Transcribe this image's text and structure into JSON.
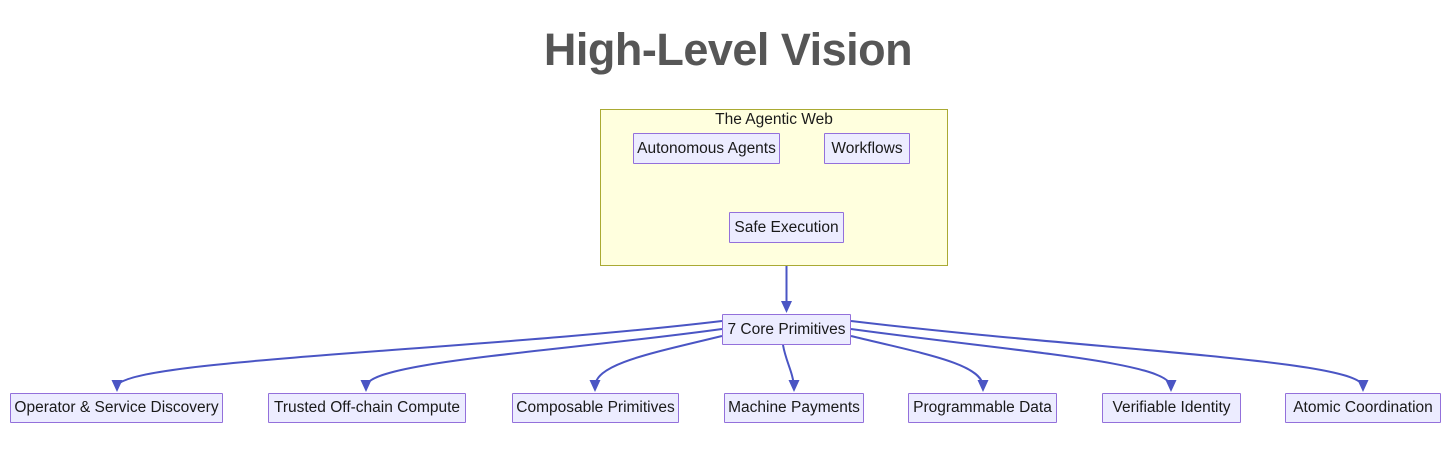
{
  "title": "High-Level Vision",
  "cluster": {
    "label": "The Agentic Web"
  },
  "nodes": {
    "autonomous_agents": "Autonomous Agents",
    "workflows": "Workflows",
    "safe_execution": "Safe Execution",
    "core_primitives": "7 Core Primitives"
  },
  "primitives": [
    "Operator & Service Discovery",
    "Trusted Off-chain Compute",
    "Composable Primitives",
    "Machine Payments",
    "Programmable Data",
    "Verifiable Identity",
    "Atomic Coordination"
  ],
  "edges": [
    {
      "from": "Autonomous Agents",
      "to": "Safe Execution"
    },
    {
      "from": "Workflows",
      "to": "Safe Execution"
    },
    {
      "from": "Safe Execution",
      "to": "7 Core Primitives"
    },
    {
      "from": "7 Core Primitives",
      "to": "Operator & Service Discovery"
    },
    {
      "from": "7 Core Primitives",
      "to": "Trusted Off-chain Compute"
    },
    {
      "from": "7 Core Primitives",
      "to": "Composable Primitives"
    },
    {
      "from": "7 Core Primitives",
      "to": "Machine Payments"
    },
    {
      "from": "7 Core Primitives",
      "to": "Programmable Data"
    },
    {
      "from": "7 Core Primitives",
      "to": "Verifiable Identity"
    },
    {
      "from": "7 Core Primitives",
      "to": "Atomic Coordination"
    }
  ],
  "colors": {
    "node_fill": "#ececff",
    "node_border": "#9370db",
    "cluster_fill": "#ffffde",
    "cluster_border": "#aaaa33",
    "edge_color": "#4a55c4",
    "title_color": "#565656",
    "text_color": "#1a1a1a"
  }
}
